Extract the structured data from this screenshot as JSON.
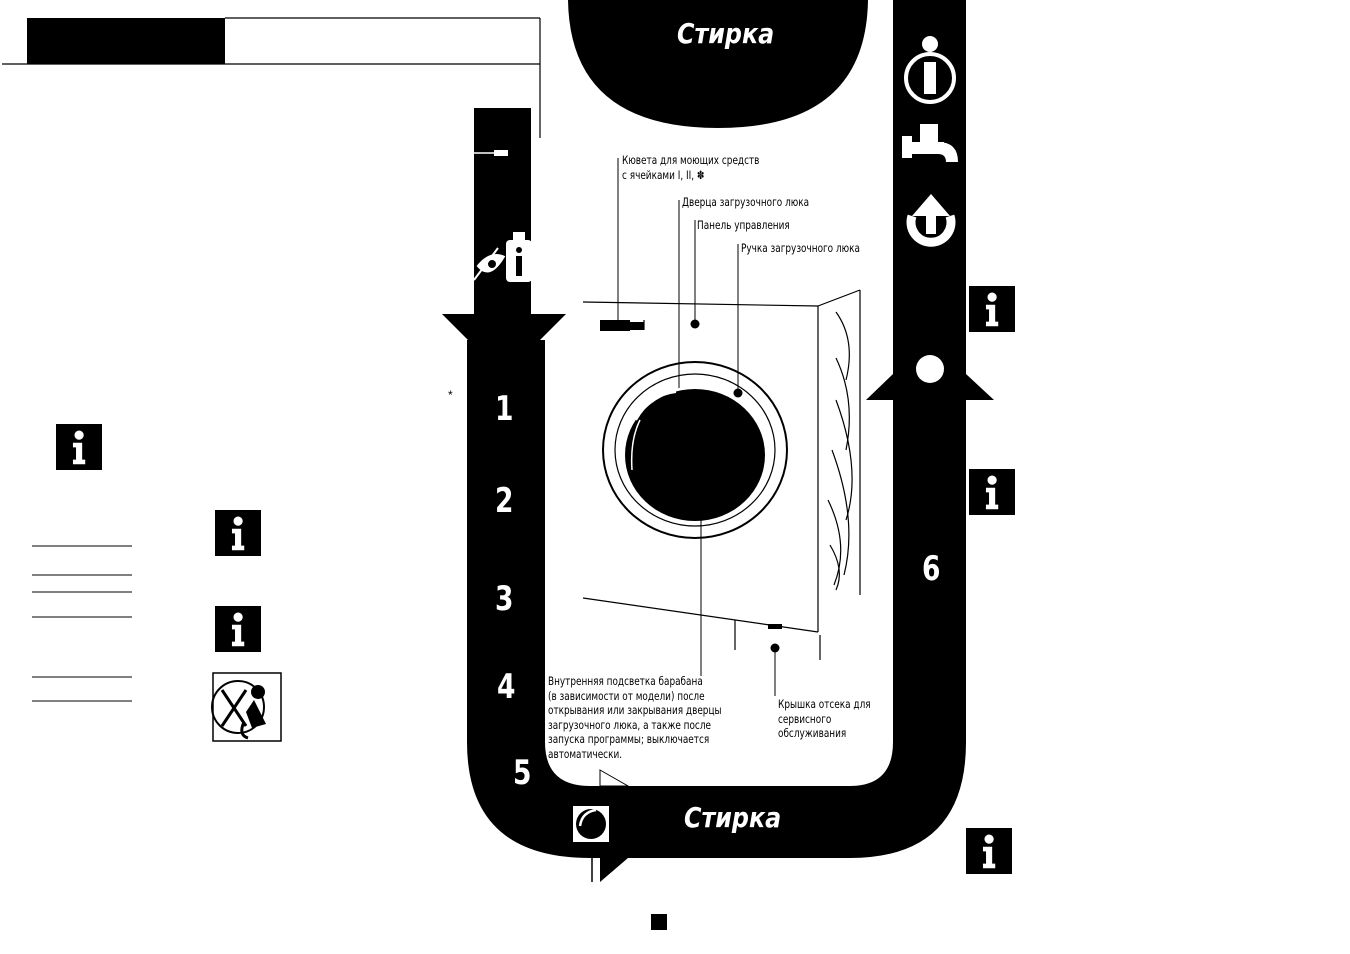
{
  "header": {
    "tab_text": ""
  },
  "flow": {
    "title_top": "Стирка",
    "title_bottom": "Стирка",
    "steps": [
      "1",
      "2",
      "3",
      "4",
      "5",
      "6"
    ]
  },
  "labels": {
    "detergent_drawer": "Кювета для моющих средств\nс ячейками I, II, ✽",
    "door": "Дверца загрузочного люка",
    "control_panel": "Панель управления",
    "door_handle": "Ручка загрузочного люка",
    "drum_light": "Внутренняя подсветка барабана\n(в зависимости от модели) после\nоткрывания или закрывания дверцы\nзагрузочного люка, а также после\nзапуска программы; выключается\nавтоматически.",
    "service_cover": "Крышка отсека для\nсервисного\nобслуживания"
  },
  "marks": {
    "asterisk": "*"
  },
  "colors": {
    "ink": "#000000",
    "paper": "#ffffff"
  },
  "icons": [
    "info-icon",
    "eye-detergent-icon",
    "faucet-icon",
    "restart-arrow-icon",
    "no-child-icon",
    "drum-icon",
    "dot-icon",
    "page-square-icon"
  ]
}
